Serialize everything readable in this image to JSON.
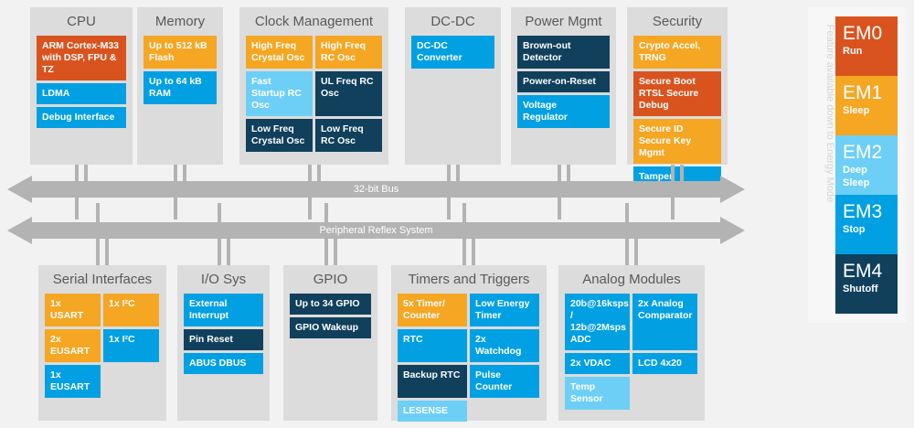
{
  "diagram": {
    "bus": [
      {
        "label": "32-bit Bus"
      },
      {
        "label": "Peripheral Reflex System"
      }
    ],
    "top_panels": [
      {
        "title": "CPU",
        "blocks": [
          {
            "label": "ARM Cortex-M33 with DSP, FPU & TZ",
            "color": "dorange"
          },
          {
            "label": "LDMA",
            "color": "blue"
          },
          {
            "label": "Debug Interface",
            "color": "blue"
          }
        ]
      },
      {
        "title": "Memory",
        "blocks": [
          {
            "label": "Up to 512 kB Flash",
            "color": "orange"
          },
          {
            "label": "Up to 64 kB RAM",
            "color": "blue"
          }
        ]
      },
      {
        "title": "Clock Management",
        "blocks": [
          {
            "label": "High Freq Crystal Osc",
            "color": "orange"
          },
          {
            "label": "High Freq RC Osc",
            "color": "orange"
          },
          {
            "label": "Fast Startup RC Osc",
            "color": "lblue"
          },
          {
            "label": "UL Freq RC Osc",
            "color": "navy"
          },
          {
            "label": "Low Freq Crystal Osc",
            "color": "navy"
          },
          {
            "label": "Low Freq RC Osc",
            "color": "navy"
          }
        ]
      },
      {
        "title": "DC-DC",
        "blocks": [
          {
            "label": "DC-DC Converter",
            "color": "blue"
          }
        ]
      },
      {
        "title": "Power Mgmt",
        "blocks": [
          {
            "label": "Brown-out Detector",
            "color": "navy"
          },
          {
            "label": "Power-on-Reset",
            "color": "navy"
          },
          {
            "label": "Voltage Regulator",
            "color": "blue"
          }
        ]
      },
      {
        "title": "Security",
        "blocks": [
          {
            "label": "Crypto Accel, TRNG",
            "color": "orange"
          },
          {
            "label": "Secure Boot RTSL Secure Debug",
            "color": "dorange"
          },
          {
            "label": "Secure ID Secure Key Mgmt",
            "color": "orange"
          },
          {
            "label": "Tamper",
            "color": "blue"
          }
        ]
      }
    ],
    "bottom_panels": [
      {
        "title": "Serial Interfaces",
        "blocks": [
          {
            "label": "1x USART",
            "color": "orange"
          },
          {
            "label": "1x I²C",
            "color": "orange"
          },
          {
            "label": "2x EUSART",
            "color": "orange"
          },
          {
            "label": "1x I²C",
            "color": "blue"
          },
          {
            "label": "1x EUSART",
            "color": "blue"
          }
        ]
      },
      {
        "title": "I/O Sys",
        "blocks": [
          {
            "label": "External Interrupt",
            "color": "blue"
          },
          {
            "label": "Pin Reset",
            "color": "navy"
          },
          {
            "label": "ABUS DBUS",
            "color": "blue"
          }
        ]
      },
      {
        "title": "GPIO",
        "blocks": [
          {
            "label": "Up to 34 GPIO",
            "color": "navy"
          },
          {
            "label": "GPIO Wakeup",
            "color": "navy"
          }
        ]
      },
      {
        "title": "Timers and Triggers",
        "blocks": [
          {
            "label": "5x Timer/ Counter",
            "color": "orange"
          },
          {
            "label": "Low Energy Timer",
            "color": "blue"
          },
          {
            "label": "RTC",
            "color": "blue"
          },
          {
            "label": "2x Watchdog",
            "color": "blue"
          },
          {
            "label": "Backup RTC",
            "color": "navy"
          },
          {
            "label": "Pulse Counter",
            "color": "blue"
          },
          {
            "label": "LESENSE",
            "color": "lblue"
          }
        ]
      },
      {
        "title": "Analog Modules",
        "blocks": [
          {
            "label": "20b@16ksps / 12b@2Msps ADC",
            "color": "blue"
          },
          {
            "label": "2x Analog Comparator",
            "color": "blue"
          },
          {
            "label": "2x VDAC",
            "color": "blue"
          },
          {
            "label": "LCD 4x20",
            "color": "blue"
          },
          {
            "label": "Temp Sensor",
            "color": "lblue"
          }
        ]
      }
    ]
  },
  "legend": {
    "caption": "Feature available down to Energy Mode",
    "modes": [
      {
        "code": "EM0",
        "name": "Run",
        "color": "#d9531e"
      },
      {
        "code": "EM1",
        "name": "Sleep",
        "color": "#f5a623"
      },
      {
        "code": "EM2",
        "name": "Deep Sleep",
        "color": "#6dcff6"
      },
      {
        "code": "EM3",
        "name": "Stop",
        "color": "#00a0e3"
      },
      {
        "code": "EM4",
        "name": "Shutoff",
        "color": "#10405c"
      }
    ]
  },
  "palette": {
    "orange": "#f5a623",
    "dark_orange": "#d9531e",
    "blue": "#00a0e3",
    "light_blue": "#6dcff6",
    "navy": "#10405c",
    "panel_gray": "#dcdcdc",
    "bus_gray": "#b3b3b3",
    "background": "#f2f2f2"
  }
}
